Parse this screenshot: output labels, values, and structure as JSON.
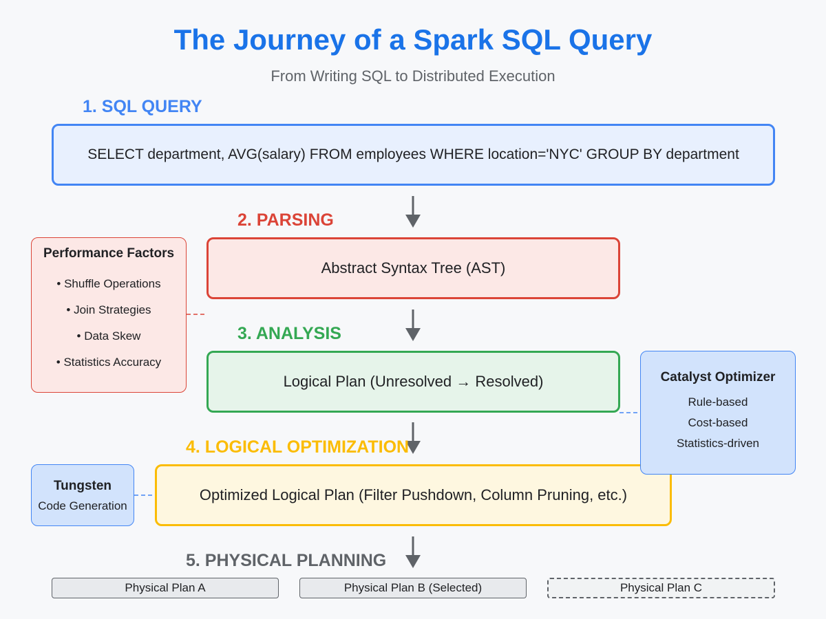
{
  "title": "The Journey of a Spark SQL Query",
  "subtitle": "From Writing SQL to Distributed Execution",
  "stages": {
    "sql_query": {
      "label": "1. SQL QUERY",
      "text": "SELECT department, AVG(salary) FROM employees WHERE location='NYC' GROUP BY department",
      "color": "#4285f4"
    },
    "parsing": {
      "label": "2. PARSING",
      "text": "Abstract Syntax Tree (AST)",
      "color": "#db4437"
    },
    "analysis": {
      "label": "3. ANALYSIS",
      "text": "Logical Plan (Unresolved → Resolved)",
      "color": "#34a853"
    },
    "logical_optimization": {
      "label": "4. LOGICAL OPTIMIZATION",
      "text": "Optimized Logical Plan (Filter Pushdown, Column Pruning, etc.)",
      "color": "#fbbc04"
    },
    "physical_planning": {
      "label": "5. PHYSICAL PLANNING",
      "color": "#5f6368"
    }
  },
  "performance_factors": {
    "title": "Performance Factors",
    "items": [
      "• Shuffle Operations",
      "• Join Strategies",
      "• Data Skew",
      "• Statistics Accuracy"
    ]
  },
  "catalyst_optimizer": {
    "title": "Catalyst Optimizer",
    "items": [
      "Rule-based",
      "Cost-based",
      "Statistics-driven"
    ]
  },
  "tungsten": {
    "title": "Tungsten",
    "items": [
      "Code Generation"
    ]
  },
  "physical_plans": [
    "Physical Plan A",
    "Physical Plan B (Selected)",
    "Physical Plan C"
  ]
}
